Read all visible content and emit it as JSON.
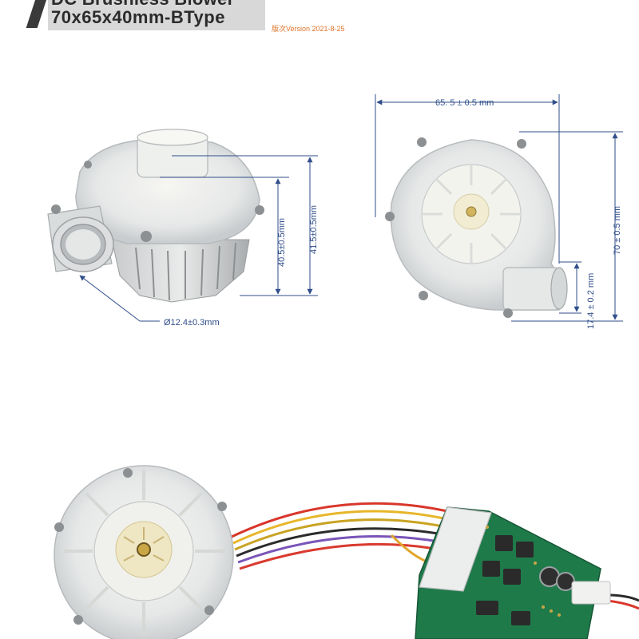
{
  "header": {
    "title_line1": "DC Brushless Blower",
    "title_line2": "70x65x40mm-BType",
    "version": "版次Version 2021-8-25"
  },
  "dimensions": {
    "outlet_diameter": "Ø12.4±0.3mm",
    "height_body": "40.5±0.5mm",
    "height_total": "41.5±0.5mm",
    "width": "65. 5 ± 0.5 mm",
    "height_top_view": "70 ± 0.5 mm",
    "outlet_offset": "17.4 ± 0.2 mm"
  },
  "colors": {
    "dimension_lines": "#2f4e8a",
    "version_text": "#e0742a",
    "header_box": "#d8d8d8"
  }
}
